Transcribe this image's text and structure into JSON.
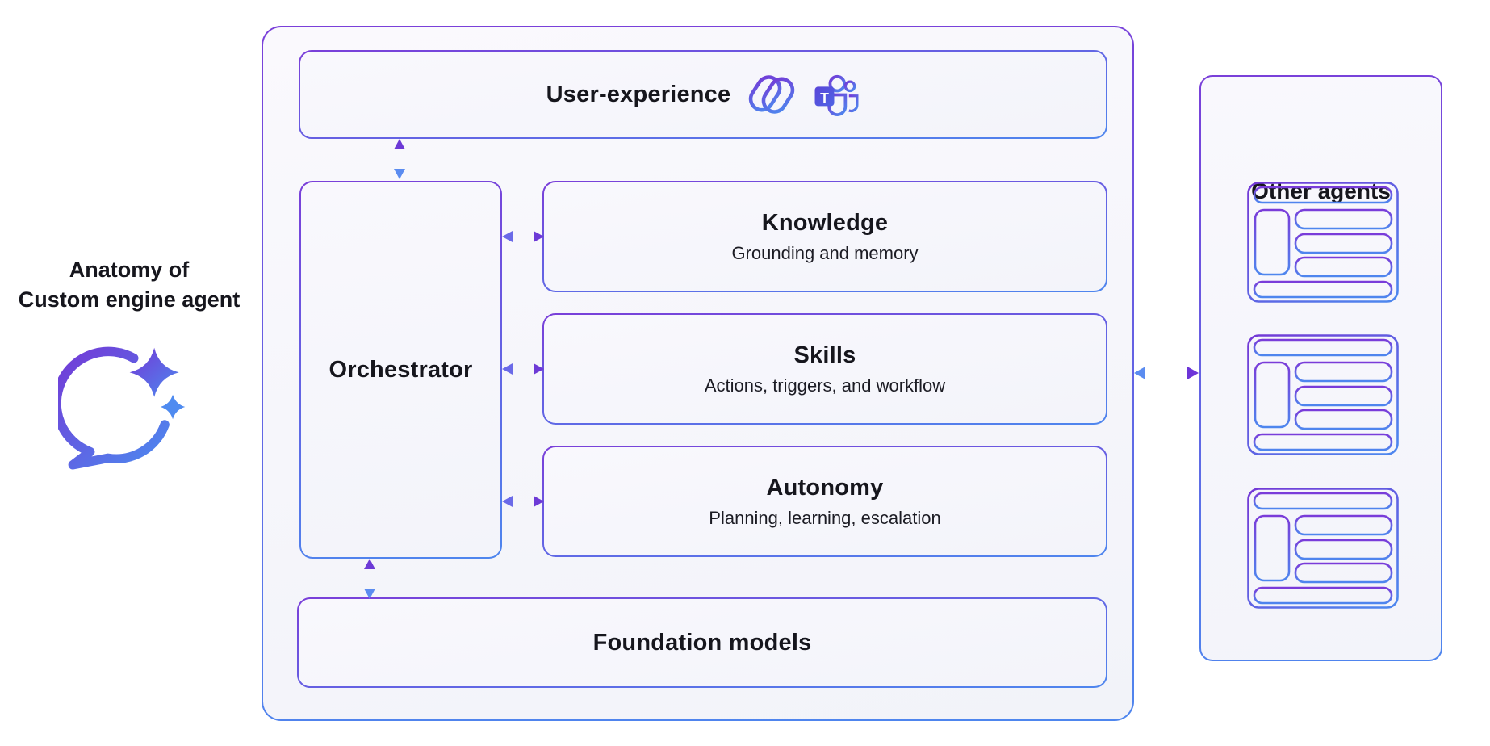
{
  "title": {
    "line1": "Anatomy of",
    "line2": "Custom engine agent"
  },
  "left_icon": "chat-bubble-sparkles-icon",
  "main_box": {
    "user_experience": {
      "label": "User-experience",
      "icons": [
        "copilot-icon",
        "teams-icon"
      ]
    },
    "orchestrator": {
      "label": "Orchestrator"
    },
    "knowledge": {
      "label": "Knowledge",
      "description": "Grounding and memory"
    },
    "skills": {
      "label": "Skills",
      "description": "Actions, triggers, and workflow"
    },
    "autonomy": {
      "label": "Autonomy",
      "description": "Planning, learning, escalation"
    },
    "foundation_models": {
      "label": "Foundation models"
    }
  },
  "other_agents": {
    "title": "Other agents",
    "card_count": 3,
    "card_icon": "agent-window-icon"
  },
  "icons": {
    "teams_letter": "T"
  },
  "connections": [
    "user-experience <-> orchestrator",
    "orchestrator <-> knowledge",
    "orchestrator <-> skills",
    "orchestrator <-> autonomy",
    "orchestrator <-> foundation-models",
    "main-container <-> other-agents (dotted)"
  ],
  "colors": {
    "border_purple": "#7a3fd9",
    "border_blue": "#4e86ee",
    "arrow_purple": "#6d3ad6",
    "arrow_blue": "#5b8cf0",
    "box_fill": "#f7f6fb",
    "text": "#16161d"
  }
}
